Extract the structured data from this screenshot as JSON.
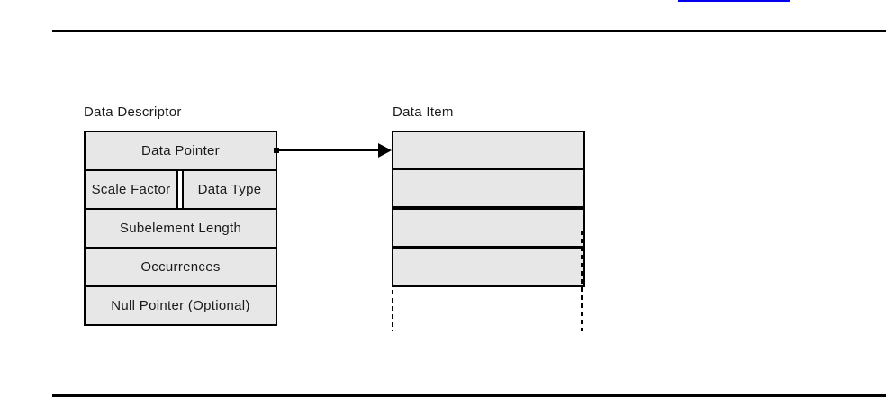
{
  "header": {
    "top_link_label": ""
  },
  "diagram": {
    "descriptor": {
      "title": "Data Descriptor",
      "rows": [
        "Data Pointer",
        "Scale Factor",
        "Data Type",
        "Subelement Length",
        "Occurrences",
        "Null Pointer (Optional)"
      ]
    },
    "item": {
      "title": "Data Item",
      "row_count": 4
    },
    "arrow": {
      "from": "Data Pointer",
      "to": "Data Item"
    }
  },
  "colors": {
    "cell_fill": "#E7E7E7",
    "border": "#000000",
    "link_blue": "#0000EE",
    "rule": "#000000"
  }
}
